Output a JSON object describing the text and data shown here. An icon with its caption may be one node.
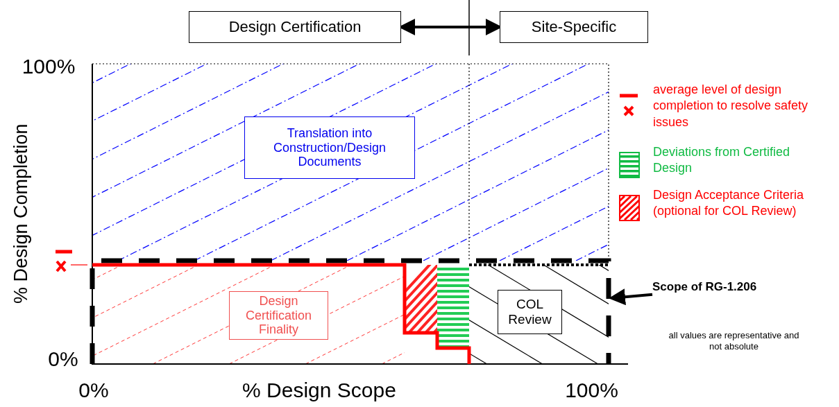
{
  "diagram": {
    "nodes": [
      {
        "text": [
          "Design Certification"
        ]
      },
      {
        "text": [
          "Site-Specific"
        ]
      },
      {
        "text": [
          "Translation into Construction/Design Documents"
        ]
      },
      {
        "text": [
          "Design Certification Finality"
        ]
      },
      {
        "text": [
          "COL Review"
        ]
      },
      {
        "text": [
          "Scope of RG-1.206"
        ]
      }
    ],
    "edges": [
      {
        "from": 0,
        "to": 1,
        "arrow": "both"
      },
      {
        "from": 5,
        "to": null,
        "arrow": "to"
      }
    ],
    "labels": [
      "100%",
      "% Design Completion",
      "0%",
      "0%",
      "% Design Scope",
      "100%",
      "all values are representative and not absolute"
    ],
    "legend": [
      {
        "text": "average level of design completion to resolve safety issues"
      },
      {
        "text": "Deviations from Certified Design"
      },
      {
        "text": "Design Acceptance Criteria (optional for COL Review)"
      }
    ]
  }
}
